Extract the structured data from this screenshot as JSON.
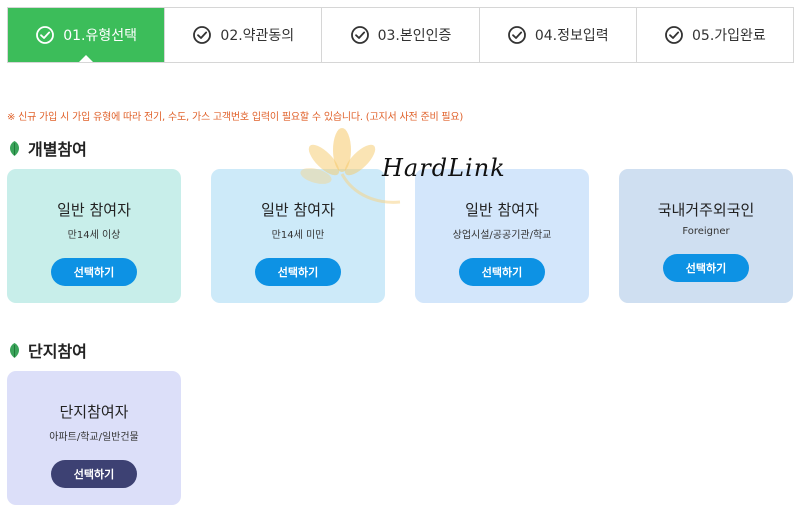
{
  "steps": [
    {
      "label": "01.유형선택",
      "active": true
    },
    {
      "label": "02.약관동의",
      "active": false
    },
    {
      "label": "03.본인인증",
      "active": false
    },
    {
      "label": "04.정보입력",
      "active": false
    },
    {
      "label": "05.가입완료",
      "active": false
    }
  ],
  "notice": "※ 신규 가입 시 가입 유형에 따라 전기, 수도, 가스 고객번호 입력이 필요할 수 있습니다. (고지서 사전 준비 필요)",
  "individual": {
    "title": "개별참여",
    "cards": [
      {
        "title": "일반 참여자",
        "sub": "만14세 이상",
        "button": "선택하기"
      },
      {
        "title": "일반 참여자",
        "sub": "만14세 미만",
        "button": "선택하기"
      },
      {
        "title": "일반 참여자",
        "sub": "상업시설/공공기관/학교",
        "button": "선택하기"
      },
      {
        "title": "국내거주외국인",
        "sub": "Foreigner",
        "button": "선택하기"
      }
    ]
  },
  "complex": {
    "title": "단지참여",
    "cards": [
      {
        "title": "단지참여자",
        "sub": "아파트/학교/일반건물",
        "button": "선택하기"
      }
    ]
  },
  "watermark": {
    "text": "HardLink"
  },
  "colors": {
    "accent": "#3cbd5a",
    "button_blue": "#0d92e4",
    "button_navy": "#3d4173",
    "notice": "#e0622b"
  }
}
